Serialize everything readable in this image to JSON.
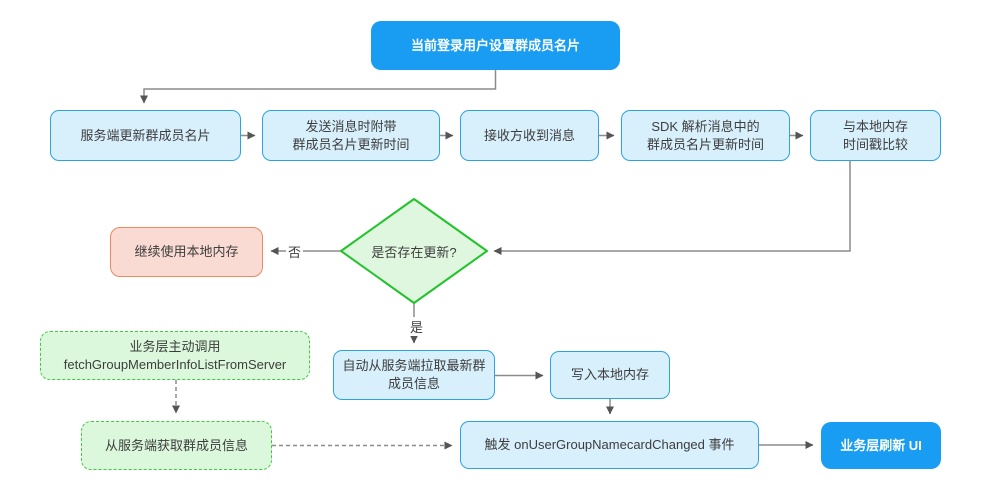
{
  "nodes": {
    "start": "当前登录用户设置群成员名片",
    "server_update": "服务端更新群成员名片",
    "send_message": "发送消息时附带\n群成员名片更新时间",
    "receive_message": "接收方收到消息",
    "sdk_parse": "SDK 解析消息中的\n群成员名片更新时间",
    "compare_timestamp": "与本地内存\n时间戳比较",
    "decision": "是否存在更新?",
    "use_local_memory": "继续使用本地内存",
    "fetch_latest": "自动从服务端拉取最新群\n成员信息",
    "write_local_memory": "写入本地内存",
    "business_call": "业务层主动调用\nfetchGroupMemberInfoListFromServer",
    "fetch_from_server": "从服务端获取群成员信息",
    "trigger_event": "触发 onUserGroupNamecardChanged 事件",
    "refresh_ui": "业务层刷新 UI"
  },
  "edge_labels": {
    "no": "否",
    "yes": "是"
  },
  "colors": {
    "primary_blue": "#189df2",
    "light_blue_fill": "#d8effc",
    "light_blue_border": "#2ba3e3",
    "diamond_fill": "#dff7df",
    "diamond_border": "#21c32b",
    "green_dashed_fill": "#dcf8dc",
    "green_dashed_border": "#3ecb3e",
    "red_fill": "#f9dbd3",
    "red_border": "#ee8a61",
    "connector": "#8c8c8c",
    "arrowhead": "#555555"
  }
}
